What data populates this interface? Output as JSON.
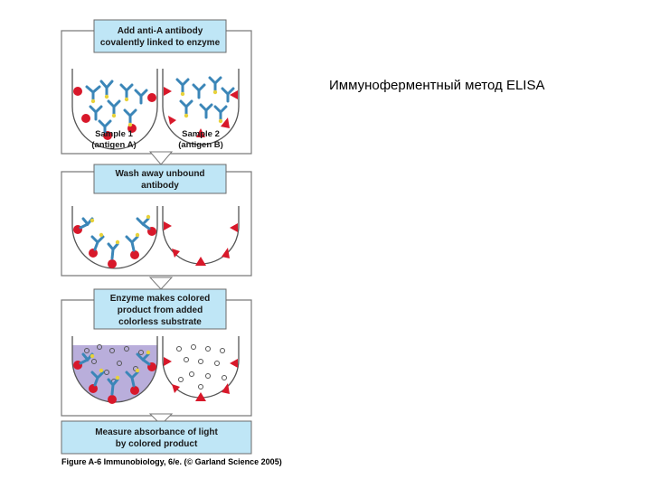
{
  "slide_title": "Иммуноферментный метод ELISA",
  "steps": [
    {
      "lines": [
        "Add anti-A antibody",
        "covalently linked to enzyme"
      ]
    },
    {
      "lines": [
        "Wash away unbound",
        "antibody"
      ]
    },
    {
      "lines": [
        "Enzyme makes colored",
        "product from added",
        "colorless substrate"
      ]
    },
    {
      "lines": [
        "Measure absorbance of light",
        "by colored product"
      ]
    }
  ],
  "samples": [
    {
      "lines": [
        "Sample 1",
        "(antigen A)"
      ]
    },
    {
      "lines": [
        "Sample 2",
        "(antigen B)"
      ]
    }
  ],
  "caption": "Figure A-6 Immunobiology, 6/e. (© Garland Science 2005)",
  "colors": {
    "box_fill": "#bfe6f6",
    "box_stroke": "#6b6b6b",
    "antigen_a": "#d8182a",
    "antigen_b": "#d8182a",
    "antibody": "#3b86b8",
    "enzyme": "#e8d23a",
    "colored_product": "#b9aedb"
  },
  "icons": {
    "antigen_a": "red-circle-icon",
    "antigen_b": "red-triangle-icon",
    "antibody": "y-antibody-icon",
    "substrate": "open-circle-icon"
  }
}
